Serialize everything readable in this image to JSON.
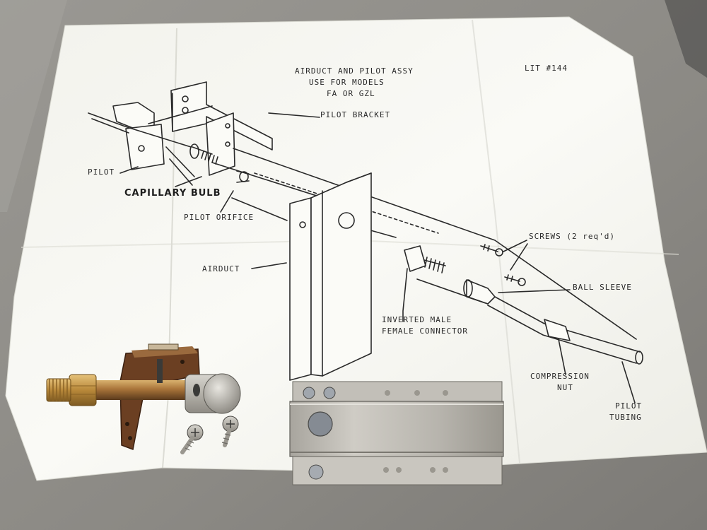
{
  "diagram": {
    "title_line1": "AIRDUCT AND PILOT ASSY",
    "title_line2": "USE FOR MODELS",
    "title_line3": "FA OR GZL",
    "lit_number": "LIT #144",
    "labels": {
      "pilot_bracket": "PILOT BRACKET",
      "pilot": "PILOT",
      "capillary_bulb": "CAPILLARY BULB",
      "pilot_orifice": "PILOT ORIFICE",
      "airduct": "AIRDUCT",
      "screws": "SCREWS (2 req'd)",
      "ball_sleeve": "BALL SLEEVE",
      "inverted_connector_line1": "INVERTED MALE",
      "inverted_connector_line2": "FEMALE CONNECTOR",
      "compression_nut_line1": "COMPRESSION",
      "compression_nut_line2": "NUT",
      "pilot_tubing_line1": "PILOT",
      "pilot_tubing_line2": "TUBING"
    }
  },
  "colors": {
    "table": "#8e8c88",
    "paper": "#f7f7f2",
    "ink": "#2a2a2a",
    "brass": "#c79a4a",
    "bronze": "#7a4a2a",
    "steel": "#b9b6ae"
  }
}
